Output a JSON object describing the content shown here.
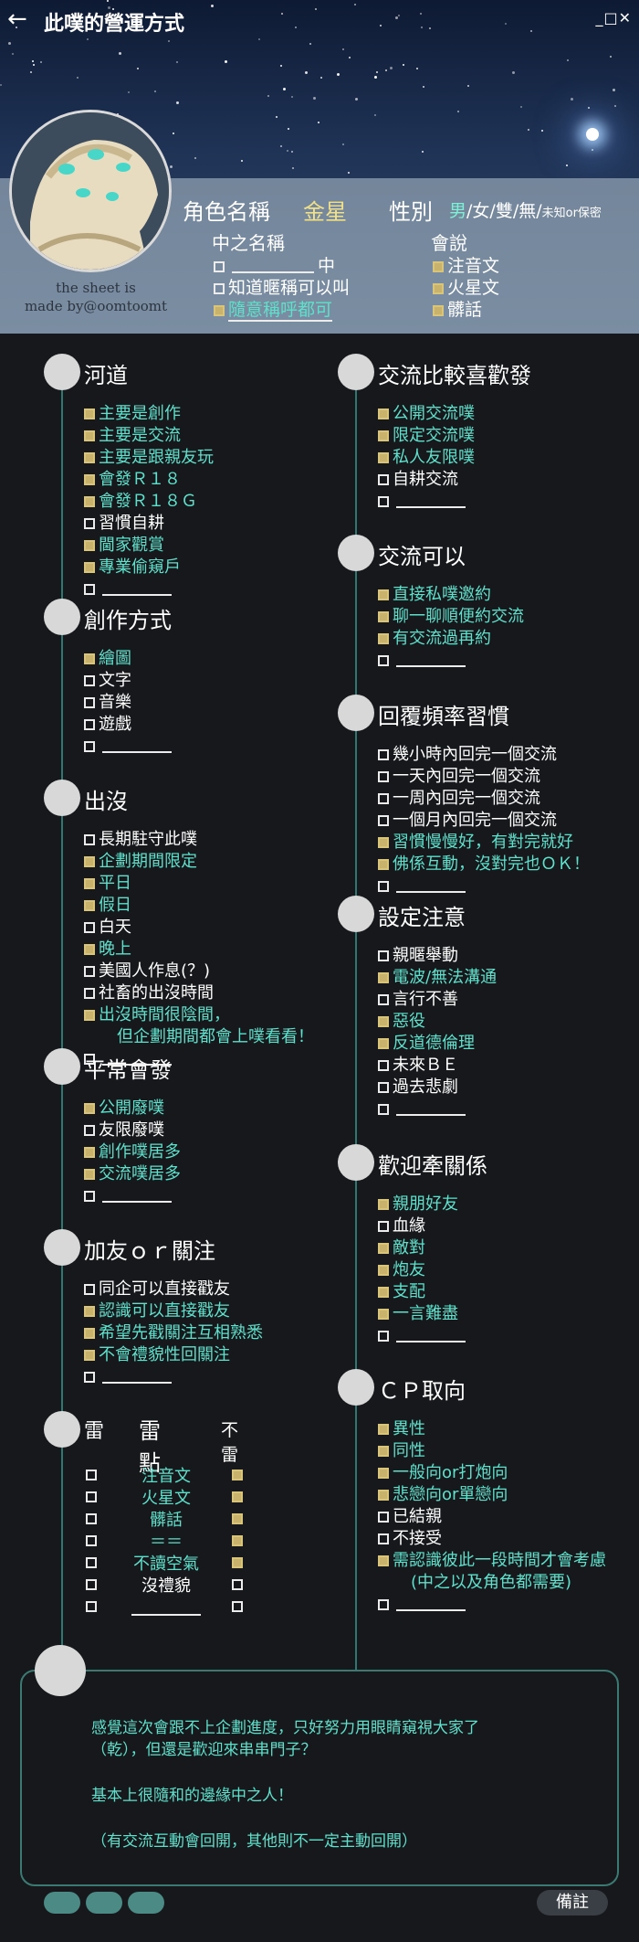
{
  "header": {
    "title": "此噗的營運方式",
    "back_icon": "arrow-left-icon",
    "window_controls": "_□✕",
    "char_name_label": "角色名稱",
    "char_name_value": "金星",
    "gender_label": "性別",
    "gender_selected": "男",
    "gender_rest": "/女/雙/無/",
    "gender_unknown": "未知or保密",
    "nickname_label": "中之名稱",
    "nickname_opt1_suffix": "中",
    "nickname_opt2": "知道暱稱可以叫",
    "nickname_opt3": "隨意稱呼都可",
    "speak_label": "會說",
    "speak_opt1": "注音文",
    "speak_opt2": "火星文",
    "speak_opt3": "髒話",
    "credit_line1": "the sheet is",
    "credit_line2": "made by@oomtoomt"
  },
  "left": {
    "river": {
      "title": "河道",
      "items": [
        {
          "text": "主要是創作",
          "on": true
        },
        {
          "text": "主要是交流",
          "on": true
        },
        {
          "text": "主要是跟親友玩",
          "on": true
        },
        {
          "text": "會發Ｒ１８",
          "on": true
        },
        {
          "text": "會發Ｒ１８Ｇ",
          "on": true
        },
        {
          "text": "習慣自耕",
          "on": false
        },
        {
          "text": "閫家觀賞",
          "on": true
        },
        {
          "text": "專業偷窺戶",
          "on": true
        }
      ]
    },
    "create": {
      "title": "創作方式",
      "items": [
        {
          "text": "繪圖",
          "on": true
        },
        {
          "text": "文字",
          "on": false
        },
        {
          "text": "音樂",
          "on": false
        },
        {
          "text": "遊戲",
          "on": false
        }
      ]
    },
    "appear": {
      "title": "出沒",
      "items": [
        {
          "text": "長期駐守此噗",
          "on": false
        },
        {
          "text": "企劃期間限定",
          "on": true
        },
        {
          "text": "平日",
          "on": true
        },
        {
          "text": "假日",
          "on": true
        },
        {
          "text": "白天",
          "on": false
        },
        {
          "text": "晚上",
          "on": true
        },
        {
          "text": "美國人作息(？)",
          "on": false
        },
        {
          "text": "社畜的出沒時間",
          "on": false
        },
        {
          "text": "出沒時間很陰間，",
          "on": true
        }
      ],
      "cont": "但企劃期間都會上噗看看！"
    },
    "post": {
      "title": "平常會發",
      "items": [
        {
          "text": "公開廢噗",
          "on": true
        },
        {
          "text": "友限廢噗",
          "on": false
        },
        {
          "text": "創作噗居多",
          "on": true
        },
        {
          "text": "交流噗居多",
          "on": true
        }
      ]
    },
    "friend": {
      "title": "加友ｏｒ關注",
      "items": [
        {
          "text": "同企可以直接戳友",
          "on": false
        },
        {
          "text": "認識可以直接戳友",
          "on": true
        },
        {
          "text": "希望先戳關注互相熟悉",
          "on": true
        },
        {
          "text": "不會禮貌性回關注",
          "on": true
        }
      ]
    },
    "mines": {
      "left_head": "雷",
      "title": "雷點",
      "right_head": "不雷",
      "rows": [
        {
          "text": "注音文",
          "teal": true,
          "left": false,
          "right": true
        },
        {
          "text": "火星文",
          "teal": true,
          "left": false,
          "right": true
        },
        {
          "text": "髒話",
          "teal": true,
          "left": false,
          "right": true
        },
        {
          "text": "＝＝",
          "teal": true,
          "left": false,
          "right": true
        },
        {
          "text": "不讀空氣",
          "teal": true,
          "left": false,
          "right": true
        },
        {
          "text": "沒禮貌",
          "teal": false,
          "left": false,
          "right": false
        }
      ]
    }
  },
  "right": {
    "fav": {
      "title": "交流比較喜歡發",
      "items": [
        {
          "text": "公開交流噗",
          "on": true
        },
        {
          "text": "限定交流噗",
          "on": true
        },
        {
          "text": "私人友限噗",
          "on": true
        },
        {
          "text": "自耕交流",
          "on": false
        }
      ]
    },
    "can": {
      "title": "交流可以",
      "items": [
        {
          "text": "直接私噗邀約",
          "on": true
        },
        {
          "text": "聊一聊順便約交流",
          "on": true
        },
        {
          "text": "有交流過再約",
          "on": true
        }
      ]
    },
    "reply": {
      "title": "回覆頻率習慣",
      "items": [
        {
          "text": "幾小時內回完一個交流",
          "on": false
        },
        {
          "text": "一天內回完一個交流",
          "on": false
        },
        {
          "text": "一周內回完一個交流",
          "on": false
        },
        {
          "text": "一個月內回完一個交流",
          "on": false
        },
        {
          "text": "習慣慢慢好，有對完就好",
          "on": true
        },
        {
          "text": "佛係互動，沒對完也ＯＫ！",
          "on": true
        }
      ]
    },
    "setting": {
      "title": "設定注意",
      "items": [
        {
          "text": "親暱舉動",
          "on": false
        },
        {
          "text": "電波/無法溝通",
          "on": true
        },
        {
          "text": "言行不善",
          "on": false
        },
        {
          "text": "惡役",
          "on": true
        },
        {
          "text": "反道德倫理",
          "on": true
        },
        {
          "text": "未來ＢＥ",
          "on": false
        },
        {
          "text": "過去悲劇",
          "on": false
        }
      ]
    },
    "relation": {
      "title": "歡迎牽關係",
      "items": [
        {
          "text": "親朋好友",
          "on": true
        },
        {
          "text": "血緣",
          "on": false
        },
        {
          "text": "敵對",
          "on": true
        },
        {
          "text": "炮友",
          "on": true
        },
        {
          "text": "支配",
          "on": true
        },
        {
          "text": "一言難盡",
          "on": true
        }
      ]
    },
    "cp": {
      "title": "ＣＰ取向",
      "items": [
        {
          "text": "異性",
          "on": true
        },
        {
          "text": "同性",
          "on": true
        },
        {
          "text": "一般向or打炮向",
          "on": true
        },
        {
          "text": "悲戀向or單戀向",
          "on": true
        },
        {
          "text": "已結親",
          "on": false
        },
        {
          "text": "不接受",
          "on": false
        },
        {
          "text": "需認識彼此一段時間才會考慮",
          "on": true
        }
      ],
      "cont": "(中之以及角色都需要)"
    }
  },
  "note": {
    "line1": "感覺這次會跟不上企劃進度，只好努力用眼睛窺視大家了",
    "line2": "（乾），但還是歡迎來串串門子？",
    "line3": "基本上很隨和的邊緣中之人！",
    "line4": "（有交流互動會回開，其他則不一定主動回開）"
  },
  "footer": {
    "memo_label": "備註"
  }
}
